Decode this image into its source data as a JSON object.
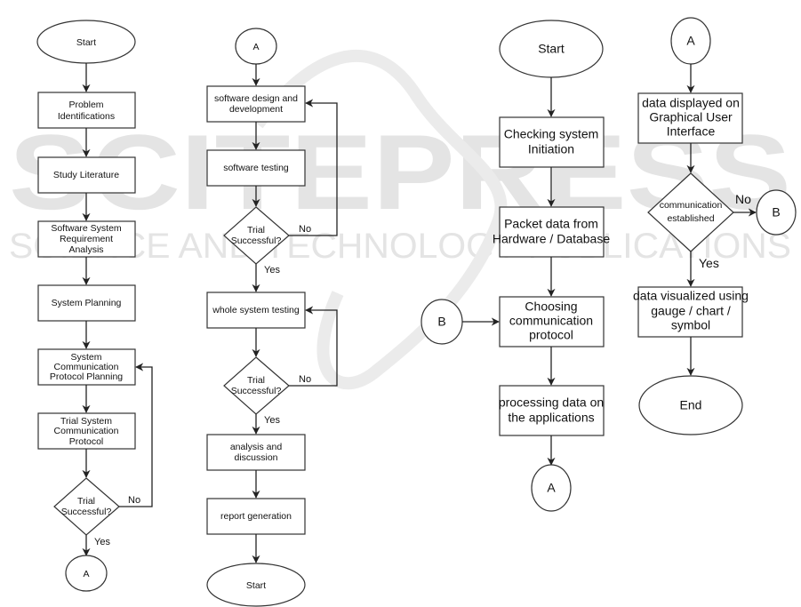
{
  "watermark": {
    "line1": "SCITEPRESS",
    "line2": "SCIENCE AND TECHNOLOGY PUBLICATIONS"
  },
  "flow1": {
    "start": "Start",
    "step1": [
      "Problem",
      "Identifications"
    ],
    "step2": [
      "Study Literature"
    ],
    "step3": [
      "Software System",
      "Requirement",
      "Analysis"
    ],
    "step4": [
      "System Planning"
    ],
    "step5": [
      "System",
      "Communication",
      "Protocol Planning"
    ],
    "step6": [
      "Trial System",
      "Communication",
      "Protocol"
    ],
    "decision": [
      "Trial",
      "Successful?"
    ],
    "no": "No",
    "yes": "Yes",
    "connector": "A"
  },
  "flow2": {
    "connector": "A",
    "step1": [
      "software design and",
      "development"
    ],
    "step2": [
      "software testing"
    ],
    "decision1": [
      "Trial",
      "Successful?"
    ],
    "no1": "No",
    "yes1": "Yes",
    "step3": [
      "whole system testing"
    ],
    "decision2": [
      "Trial",
      "Successful?"
    ],
    "no2": "No",
    "yes2": "Yes",
    "step4": [
      "analysis and",
      "discussion"
    ],
    "step5": [
      "report generation"
    ],
    "end": "Start"
  },
  "flow3": {
    "start": "Start",
    "step1": [
      "Checking system",
      "Initiation"
    ],
    "step2": [
      "Packet data from",
      "Hardware / Database"
    ],
    "connector_in": "B",
    "step3": [
      "Choosing",
      "communication",
      "protocol"
    ],
    "step4": [
      "processing data on",
      "the applications"
    ],
    "connector_out": "A"
  },
  "flow4": {
    "connector": "A",
    "step1": [
      "data displayed on",
      "Graphical User",
      "Interface"
    ],
    "decision": [
      "communication",
      "established"
    ],
    "no": "No",
    "yes": "Yes",
    "connector_out": "B",
    "step2": [
      "data visualized using",
      "gauge / chart /",
      "symbol"
    ],
    "end": "End"
  }
}
